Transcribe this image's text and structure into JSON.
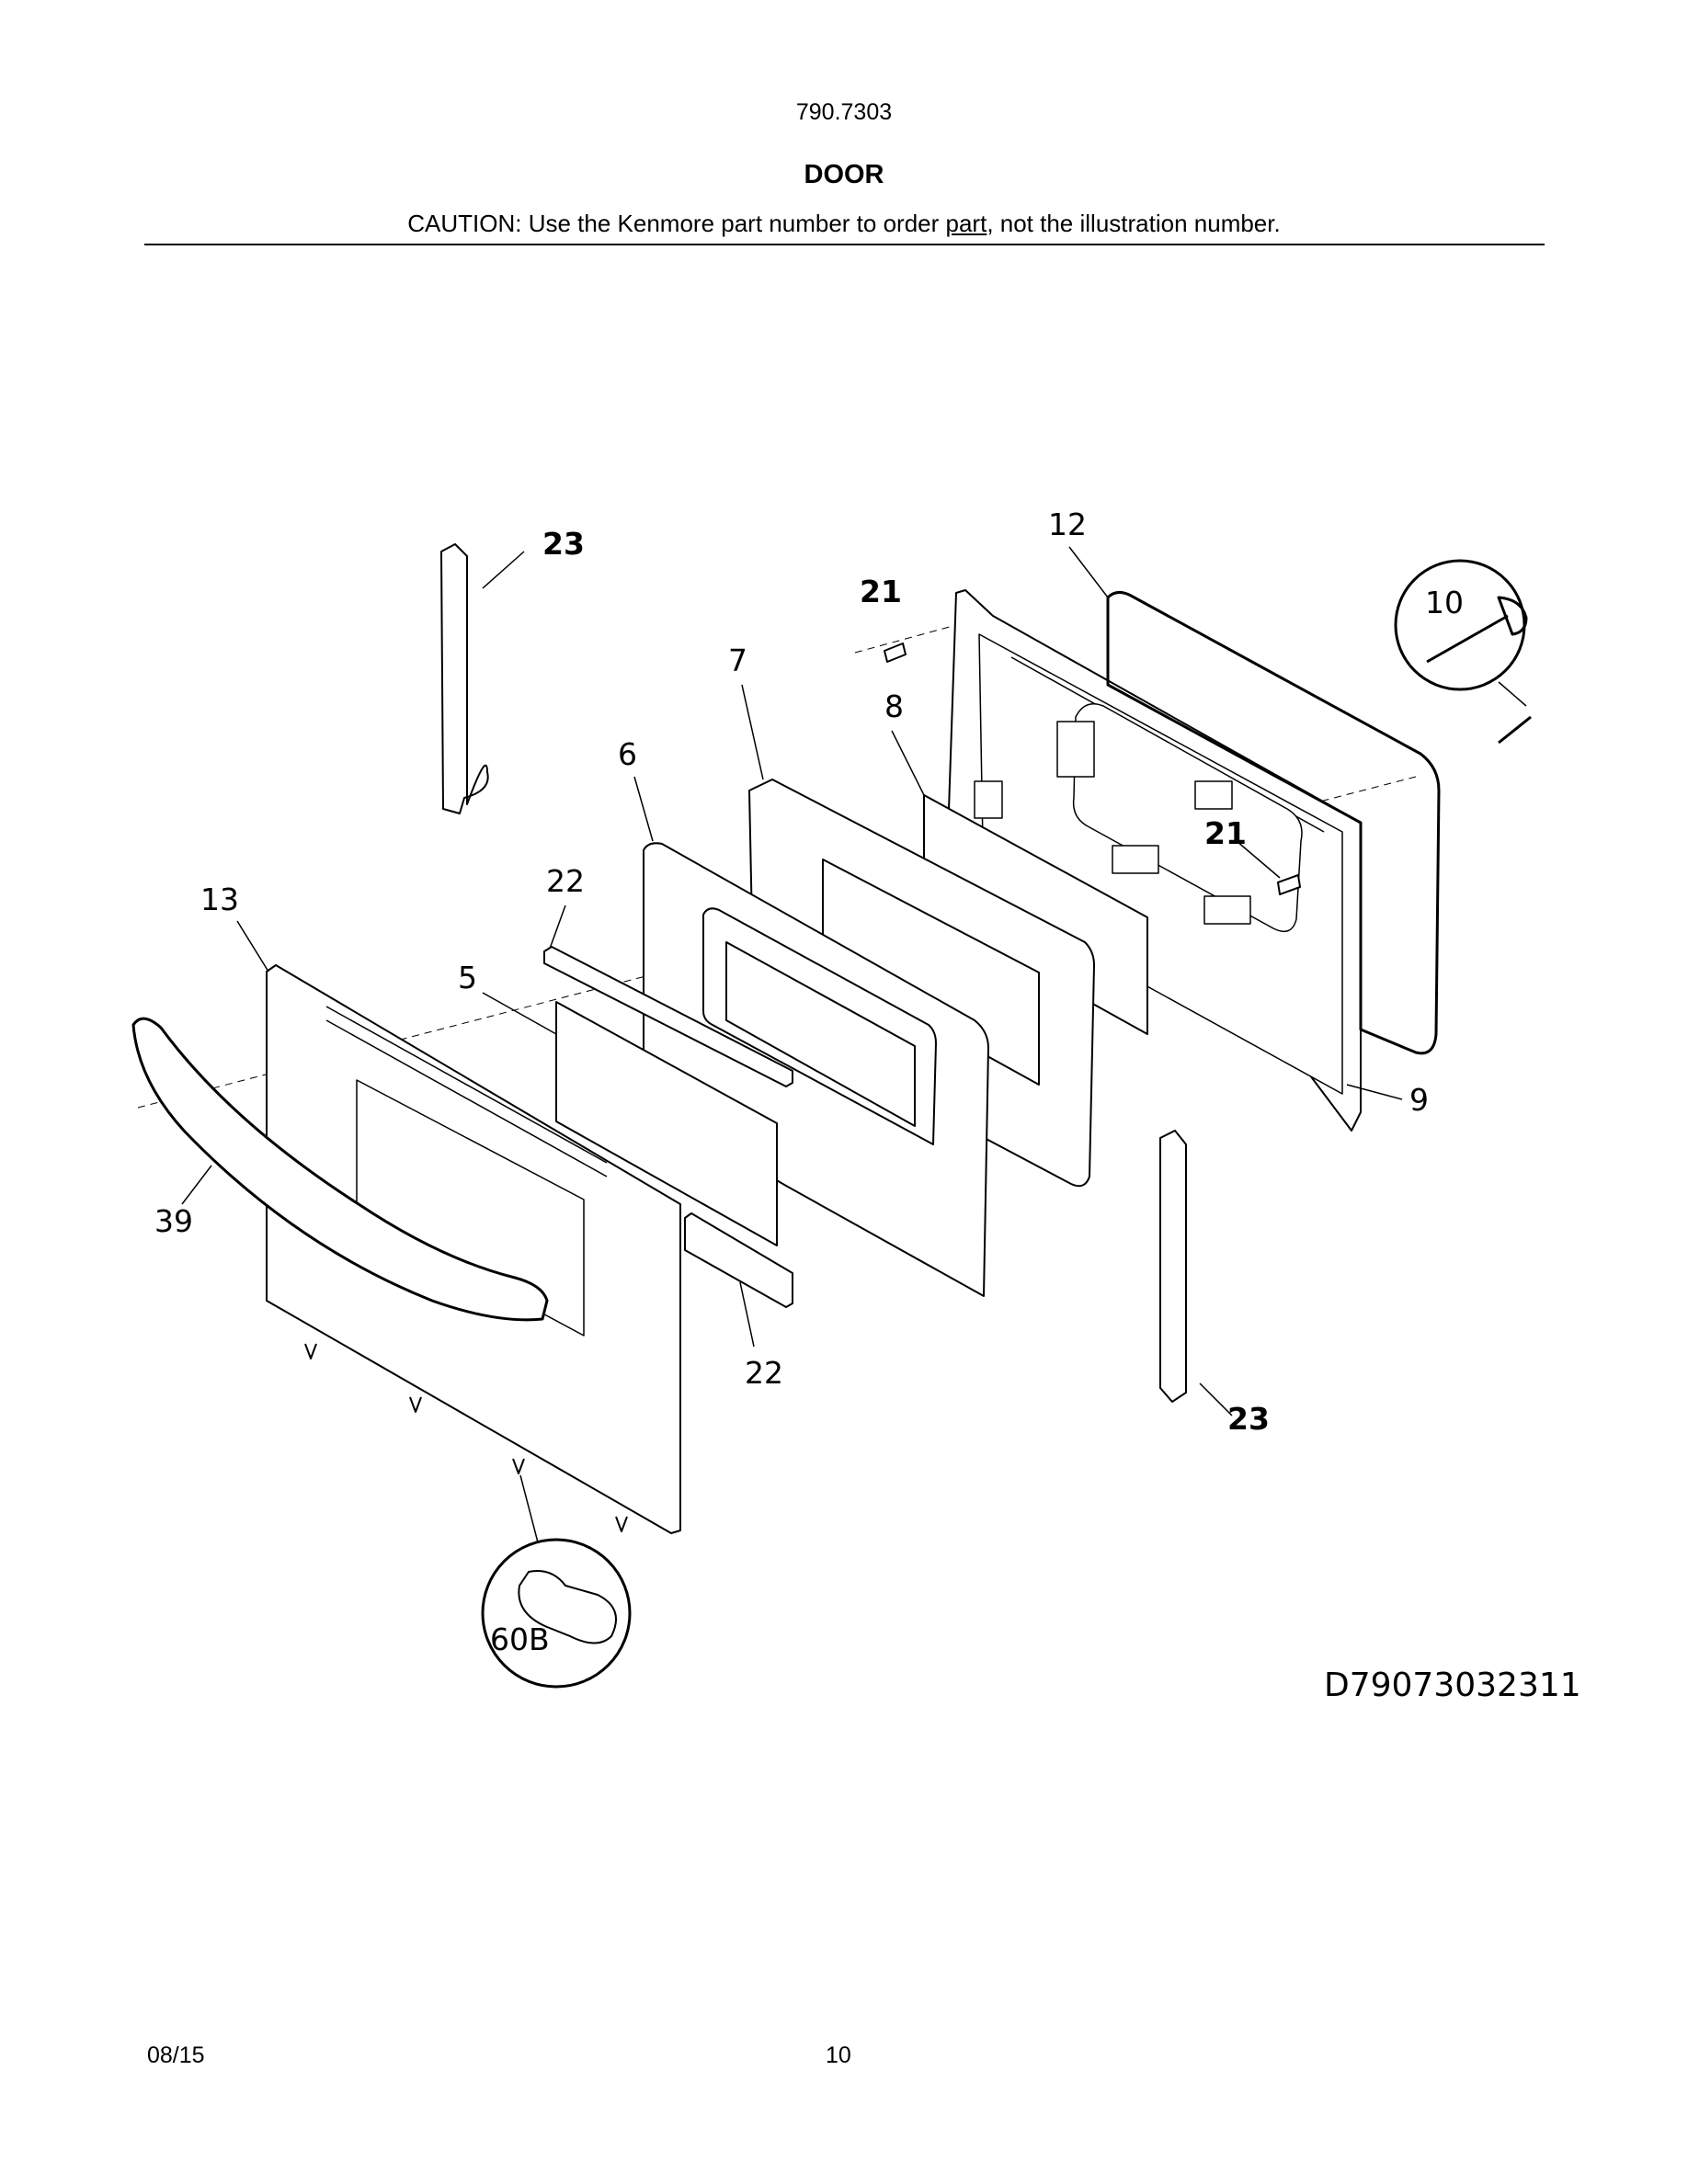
{
  "header": {
    "model": "790.7303",
    "title": "DOOR",
    "caution_prefix": "CAUTION: Use the Kenmore part number to order ",
    "caution_link": "part",
    "caution_suffix": ", not the illustration number."
  },
  "diagram": {
    "id": "D79073032311",
    "callouts": {
      "c23_top": "23",
      "c12": "12",
      "c21_top": "21",
      "c10": "10",
      "c7": "7",
      "c8": "8",
      "c6": "6",
      "c21_mid": "21",
      "c22_top": "22",
      "c13": "13",
      "c5": "5",
      "c9": "9",
      "c39": "39",
      "c22_bot": "22",
      "c23_bot": "23",
      "c60b": "60B"
    }
  },
  "footer": {
    "date": "08/15",
    "page": "10"
  }
}
